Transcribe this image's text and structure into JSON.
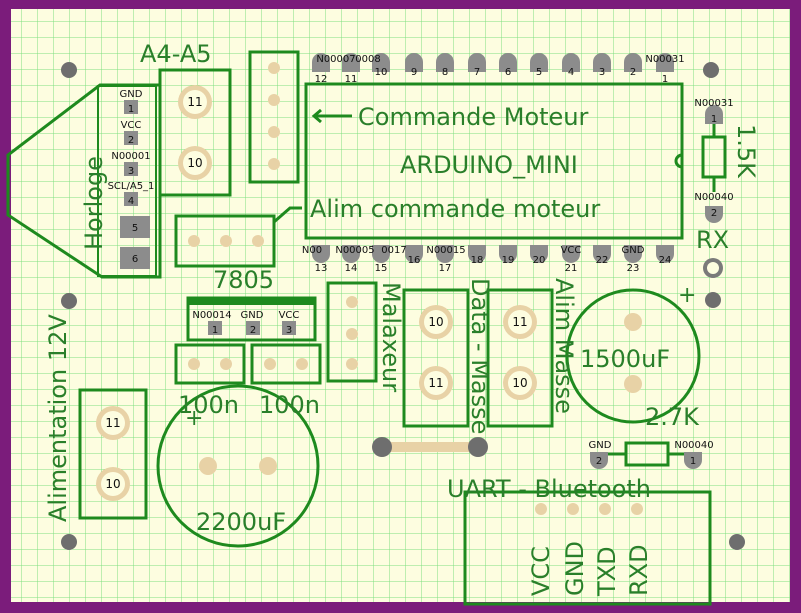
{
  "colors": {
    "board_bg": "#FDFDE0",
    "grid": "#7FE07F",
    "border": "#7B1C7B",
    "silkscreen": "#1E8A1E",
    "pad": "#E8D2A6",
    "pin_gray": "#8C8C8C",
    "mount_hole": "#6E6E6E"
  },
  "labels": {
    "a4a5": "A4-A5",
    "horloge": "Horloge",
    "alimentation12v": "Alimentation 12V",
    "commande_moteur": "Commande Moteur",
    "arduino_mini": "ARDUINO_MINI",
    "alim_commande_moteur": "Alim commande moteur",
    "reg7805": "7805",
    "malaxeur": "Malaxeur",
    "data_masse": "Data - Masse",
    "alim_masse": "Alim Masse",
    "cap1500": "1500uF",
    "cap2200": "2200uF",
    "cap100n_a": "100n",
    "cap100n_b": "100n",
    "r27k": "2.7K",
    "r15k": "1.5K",
    "uart_bt": "UART - Bluetooth",
    "rx": "RX",
    "plus1": "+",
    "plus2": "+"
  },
  "horloge_pins": [
    {
      "net": "GND",
      "num": "1"
    },
    {
      "net": "VCC",
      "num": "2"
    },
    {
      "net": "N00001",
      "num": "3"
    },
    {
      "net": "SCL/A5_1",
      "num": "4"
    },
    {
      "net": "",
      "num": "5"
    },
    {
      "net": "",
      "num": "6"
    }
  ],
  "arduino_top_pins": [
    "10",
    "9",
    "8",
    "7",
    "6",
    "5",
    "4",
    "3",
    "2"
  ],
  "arduino_top_pin1": "1",
  "arduino_top_pin12": "12",
  "arduino_top_pin11": "11",
  "arduino_top_net1": "N00007",
  "arduino_top_net2": "0008",
  "arduino_top_net_right": "N00031",
  "arduino_bottom": [
    {
      "net": "N00",
      "num": "13"
    },
    {
      "net": "N00005",
      "num": "14"
    },
    {
      "net": "0017",
      "num": "15"
    },
    {
      "net": "",
      "num": "16"
    },
    {
      "net": "N00015",
      "num": "17"
    },
    {
      "net": "",
      "num": "18"
    },
    {
      "net": "",
      "num": "19"
    },
    {
      "net": "",
      "num": "20"
    },
    {
      "net": "VCC",
      "num": "21"
    },
    {
      "net": "",
      "num": "22"
    },
    {
      "net": "GND",
      "num": "23"
    },
    {
      "net": "",
      "num": "24"
    }
  ],
  "reg7805_pins": [
    {
      "net": "N00014",
      "num": "1"
    },
    {
      "net": "GND",
      "num": "2"
    },
    {
      "net": "VCC",
      "num": "3"
    }
  ],
  "r15k_pins": [
    {
      "net": "N00031",
      "num": "1"
    },
    {
      "net": "N00040",
      "num": "2"
    }
  ],
  "r27k_pins": [
    {
      "net": "GND",
      "num": "2"
    },
    {
      "net": "N00040",
      "num": "1"
    }
  ],
  "terminal_pads": {
    "a4a5": [
      "11",
      "10"
    ],
    "alim12v": [
      "11",
      "10"
    ],
    "malaxeur": [
      "10",
      "11"
    ],
    "data_masse": [
      "11",
      "10"
    ]
  },
  "uart_pins": [
    "VCC",
    "GND",
    "TXD",
    "RXD"
  ]
}
